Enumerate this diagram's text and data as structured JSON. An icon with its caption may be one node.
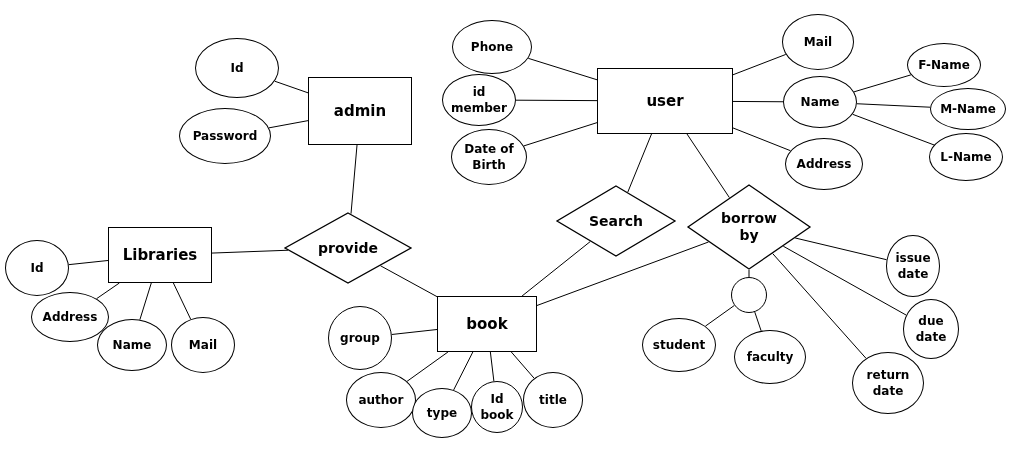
{
  "diagram": {
    "nodes": [
      {
        "text": [
          "admin"
        ]
      },
      {
        "text": [
          "Id"
        ]
      },
      {
        "text": [
          "Password"
        ]
      },
      {
        "text": [
          "Libraries"
        ]
      },
      {
        "text": [
          "Id"
        ]
      },
      {
        "text": [
          "Address"
        ]
      },
      {
        "text": [
          "Name"
        ]
      },
      {
        "text": [
          "Mail"
        ]
      },
      {
        "text": [
          "provide"
        ]
      },
      {
        "text": [
          "book"
        ]
      },
      {
        "text": [
          "group"
        ]
      },
      {
        "text": [
          "author"
        ]
      },
      {
        "text": [
          "type"
        ]
      },
      {
        "text": [
          "Id book"
        ]
      },
      {
        "text": [
          "title"
        ]
      },
      {
        "text": [
          "user"
        ]
      },
      {
        "text": [
          "Phone"
        ]
      },
      {
        "text": [
          "id member"
        ]
      },
      {
        "text": [
          "Date of Birth"
        ]
      },
      {
        "text": [
          "Mail"
        ]
      },
      {
        "text": [
          "Name"
        ]
      },
      {
        "text": [
          "F-Name"
        ]
      },
      {
        "text": [
          "M-Name"
        ]
      },
      {
        "text": [
          "L-Name"
        ]
      },
      {
        "text": [
          "Address"
        ]
      },
      {
        "text": [
          "Search"
        ]
      },
      {
        "text": [
          "borrow by"
        ]
      },
      {
        "text": [],
        "shape": "circle"
      },
      {
        "text": [
          "student"
        ]
      },
      {
        "text": [
          "faculty"
        ]
      },
      {
        "text": [
          "issue date"
        ]
      },
      {
        "text": [
          "due date"
        ]
      },
      {
        "text": [
          "return date"
        ]
      }
    ],
    "edges": [
      {
        "from": 0,
        "to": 1,
        "arrow": "none"
      },
      {
        "from": 0,
        "to": 2,
        "arrow": "none"
      },
      {
        "from": 0,
        "to": 8,
        "arrow": "none"
      },
      {
        "from": 3,
        "to": 8,
        "arrow": "none"
      },
      {
        "from": 3,
        "to": 4,
        "arrow": "none"
      },
      {
        "from": 3,
        "to": 5,
        "arrow": "none"
      },
      {
        "from": 3,
        "to": 6,
        "arrow": "none"
      },
      {
        "from": 3,
        "to": 7,
        "arrow": "none"
      },
      {
        "from": 8,
        "to": 9,
        "arrow": "none"
      },
      {
        "from": 9,
        "to": 10,
        "arrow": "none"
      },
      {
        "from": 9,
        "to": 11,
        "arrow": "none"
      },
      {
        "from": 9,
        "to": 12,
        "arrow": "none"
      },
      {
        "from": 9,
        "to": 13,
        "arrow": "none"
      },
      {
        "from": 9,
        "to": 14,
        "arrow": "none"
      },
      {
        "from": 15,
        "to": 16,
        "arrow": "none"
      },
      {
        "from": 15,
        "to": 17,
        "arrow": "none"
      },
      {
        "from": 15,
        "to": 18,
        "arrow": "none"
      },
      {
        "from": 15,
        "to": 19,
        "arrow": "none"
      },
      {
        "from": 15,
        "to": 20,
        "arrow": "none"
      },
      {
        "from": 15,
        "to": 24,
        "arrow": "none"
      },
      {
        "from": 20,
        "to": 21,
        "arrow": "none"
      },
      {
        "from": 20,
        "to": 22,
        "arrow": "none"
      },
      {
        "from": 20,
        "to": 23,
        "arrow": "none"
      },
      {
        "from": 15,
        "to": 25,
        "arrow": "none"
      },
      {
        "from": 25,
        "to": 9,
        "arrow": "none"
      },
      {
        "from": 15,
        "to": 26,
        "arrow": "none"
      },
      {
        "from": 26,
        "to": 9,
        "arrow": "none"
      },
      {
        "from": 26,
        "to": 27,
        "arrow": "none"
      },
      {
        "from": 27,
        "to": 28,
        "arrow": "none"
      },
      {
        "from": 27,
        "to": 29,
        "arrow": "none"
      },
      {
        "from": 26,
        "to": 30,
        "arrow": "none"
      },
      {
        "from": 26,
        "to": 31,
        "arrow": "none"
      },
      {
        "from": 26,
        "to": 32,
        "arrow": "none"
      }
    ]
  }
}
